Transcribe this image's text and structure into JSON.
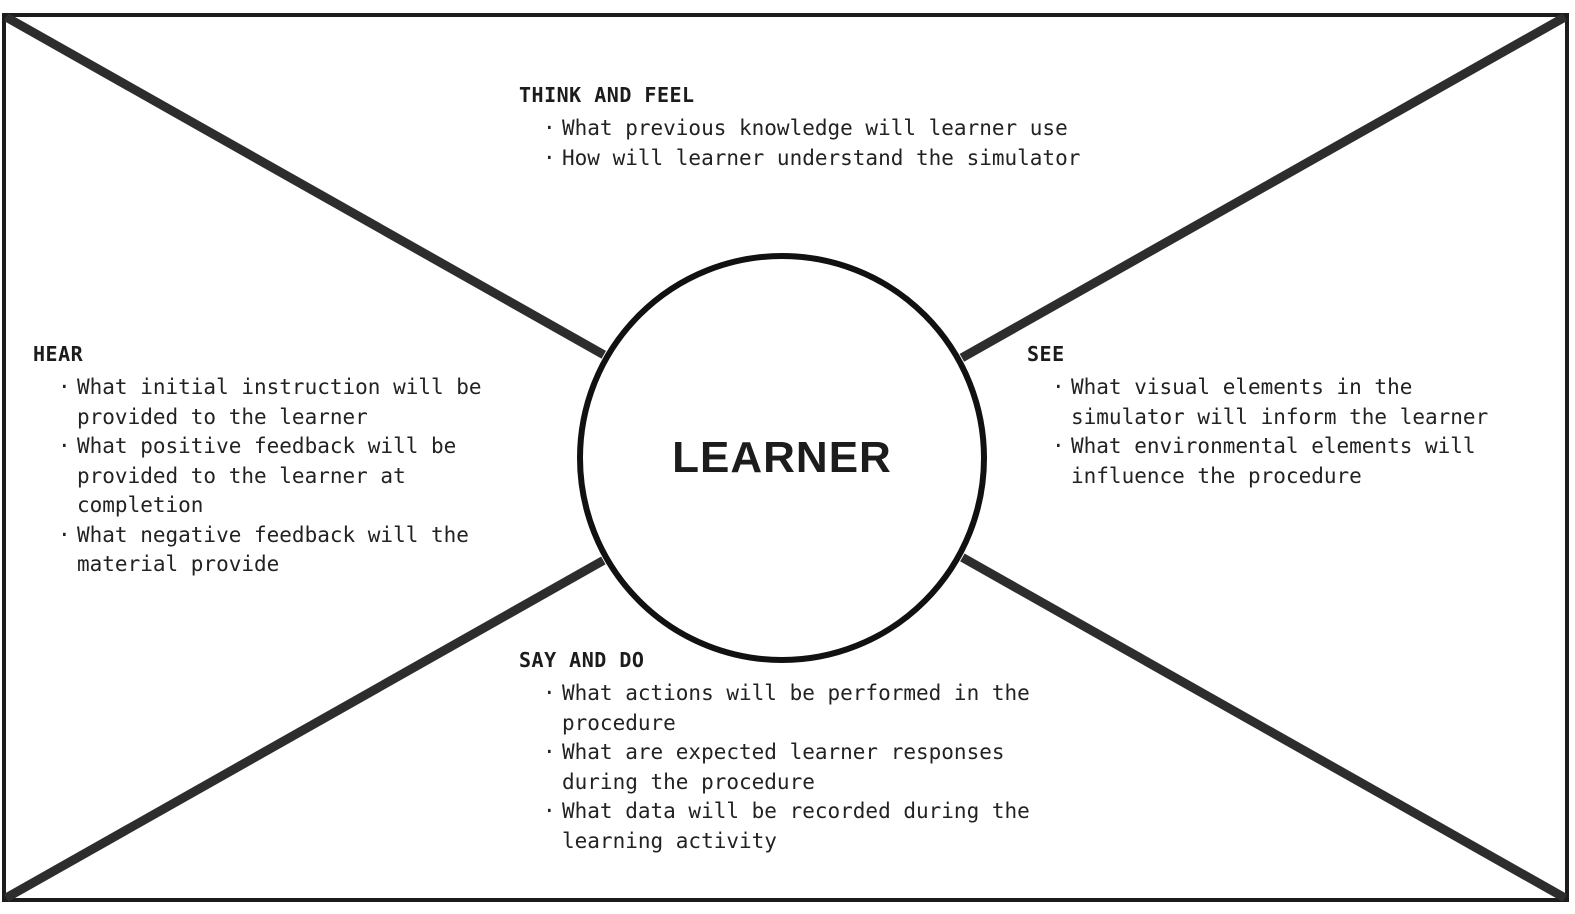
{
  "diagram": {
    "type": "empathy-map",
    "center": {
      "label": "LEARNER"
    },
    "colors": {
      "line": "#2d2d2d",
      "border": "#1c1c1c",
      "circle": "#111111",
      "text": "#222222",
      "background": "#ffffff"
    },
    "quadrants": [
      {
        "id": "think-and-feel",
        "title": "THINK AND FEEL",
        "position": "top",
        "items": [
          "What previous knowledge will learner use",
          "How will learner understand the simulator"
        ]
      },
      {
        "id": "hear",
        "title": "HEAR",
        "position": "left",
        "items": [
          "What initial instruction will be provided to the learner",
          "What positive feedback will be provided to the learner at completion",
          "What negative feedback will the material provide"
        ]
      },
      {
        "id": "see",
        "title": "SEE",
        "position": "right",
        "items": [
          "What visual elements in the simulator will inform the learner",
          "What environmental elements will influence the procedure"
        ]
      },
      {
        "id": "say-and-do",
        "title": "SAY AND DO",
        "position": "bottom",
        "items": [
          "What actions will be performed in the procedure",
          "What are expected learner responses during the procedure",
          "What data will be recorded during the learning activity"
        ]
      }
    ],
    "bullet_glyph": "·"
  }
}
